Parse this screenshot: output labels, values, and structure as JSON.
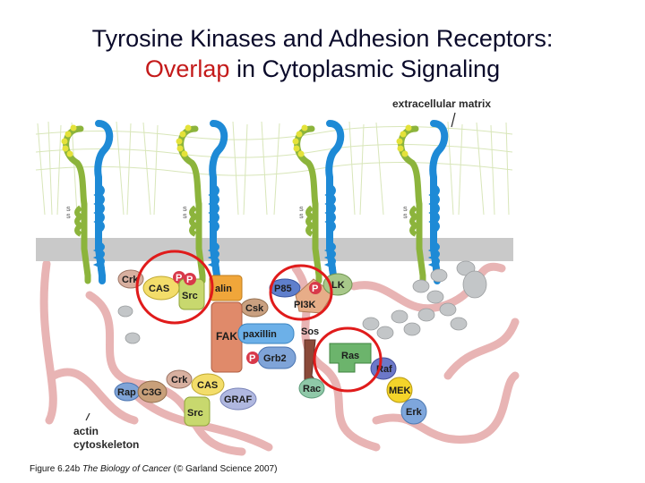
{
  "title": {
    "line1": "Tyrosine Kinases and Adhesion Receptors:",
    "line2_highlight": "Overlap",
    "line2_rest": " in Cytoplasmic Signaling"
  },
  "annotations": {
    "extracellular": "extracellular matrix",
    "actin_line1": "actin",
    "actin_line2": "cytoskeleton"
  },
  "proteins": {
    "crk_top": "Crk",
    "cas_top": "CAS",
    "p_cas": "P",
    "src_top": "Src",
    "p_src": "P",
    "talin": "alin",
    "p85": "P85",
    "p_pi3k": "P",
    "pi3k": "PI3K",
    "ilk": "LK",
    "csk": "Csk",
    "fak": "FAK",
    "paxillin": "paxillin",
    "sos": "Sos",
    "p_grb2": "P",
    "grb2": "Grb2",
    "ras": "Ras",
    "raf": "Raf",
    "mek": "MEK",
    "erk": "Erk",
    "rac": "Rac",
    "crk_bottom": "Crk",
    "cas_bottom": "CAS",
    "rap": "Rap",
    "c3g": "C3G",
    "graf": "GRAF",
    "src_bottom": "Src",
    "ss": "S"
  },
  "caption": {
    "prefix": "Figure 6.24b ",
    "book": "The Biology of Cancer",
    "suffix": " (© Garland Science 2007)"
  },
  "colors": {
    "membrane": "#c9c9c9",
    "green_integrin": "#8cb43c",
    "blue_integrin": "#1e8ad6",
    "circle": "#e01b1b",
    "actin": "#e8b4b4"
  }
}
